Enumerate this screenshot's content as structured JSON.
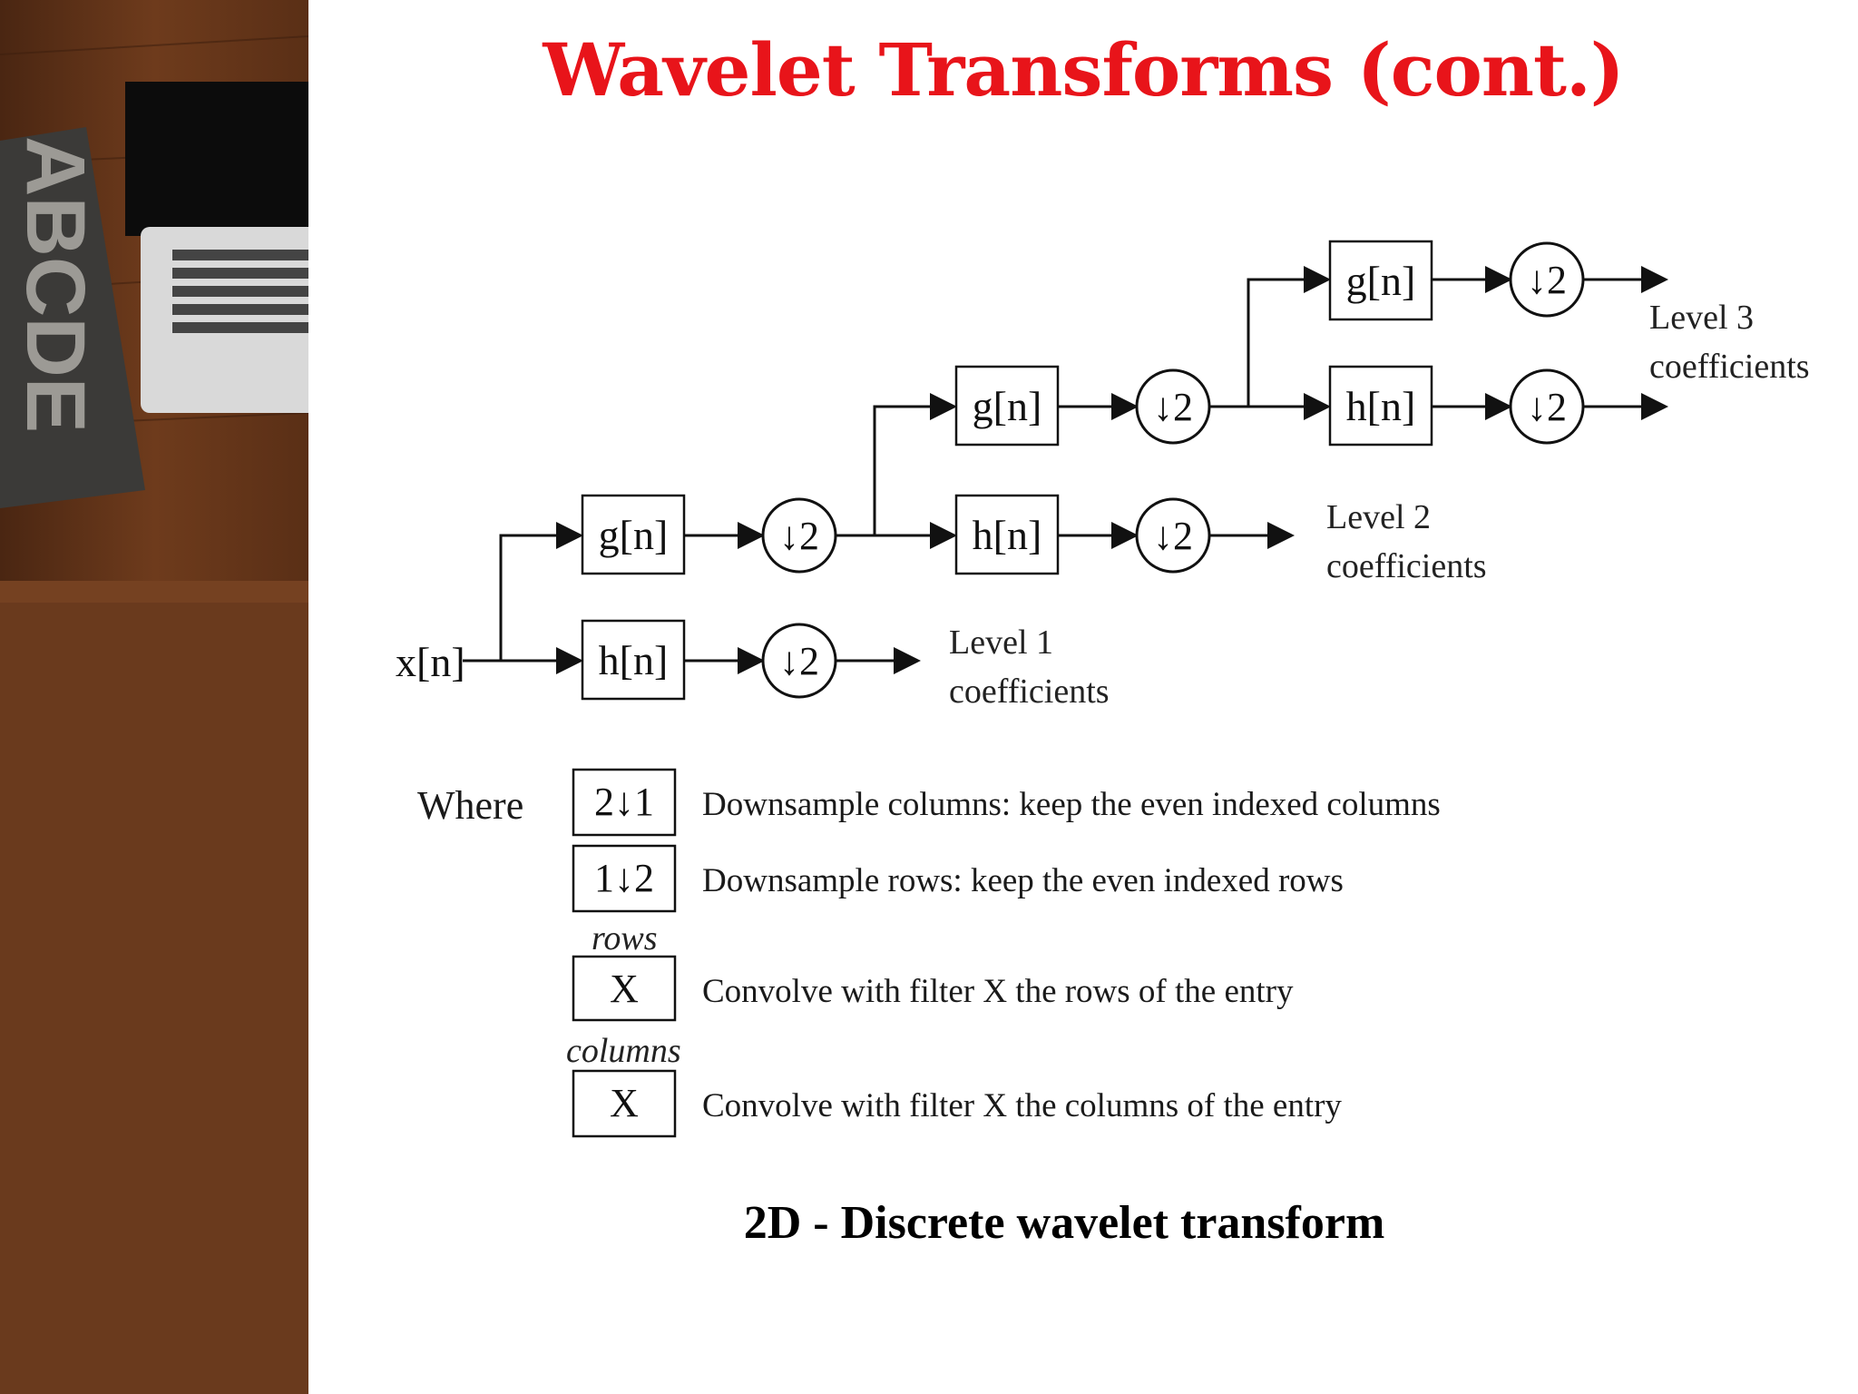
{
  "title": "Wavelet  Transforms (cont.)",
  "diagram": {
    "input_label": "x[n]",
    "filter_g": "g[n]",
    "filter_h": "h[n]",
    "downsample": "↓2",
    "level1": [
      "Level 1",
      "coefficients"
    ],
    "level2": [
      "Level 2",
      "coefficients"
    ],
    "level3": [
      "Level 3",
      "coefficients"
    ]
  },
  "legend": {
    "where": "Where",
    "items": [
      {
        "symbol": "2↓1",
        "text": "Downsample columns: keep the even indexed columns"
      },
      {
        "symbol": "1↓2",
        "text": "Downsample rows: keep the even indexed rows"
      },
      {
        "symbol": "X",
        "tag": "rows",
        "text": "Convolve with filter X the rows of the entry"
      },
      {
        "symbol": "X",
        "tag": "columns",
        "text": "Convolve with filter X the columns of the entry"
      }
    ]
  },
  "caption": "2D - Discrete wavelet transform",
  "colors": {
    "title": "#e8141a",
    "sidebar": "#6b3a1f"
  },
  "sidebar_photo_text": "ABCDE"
}
